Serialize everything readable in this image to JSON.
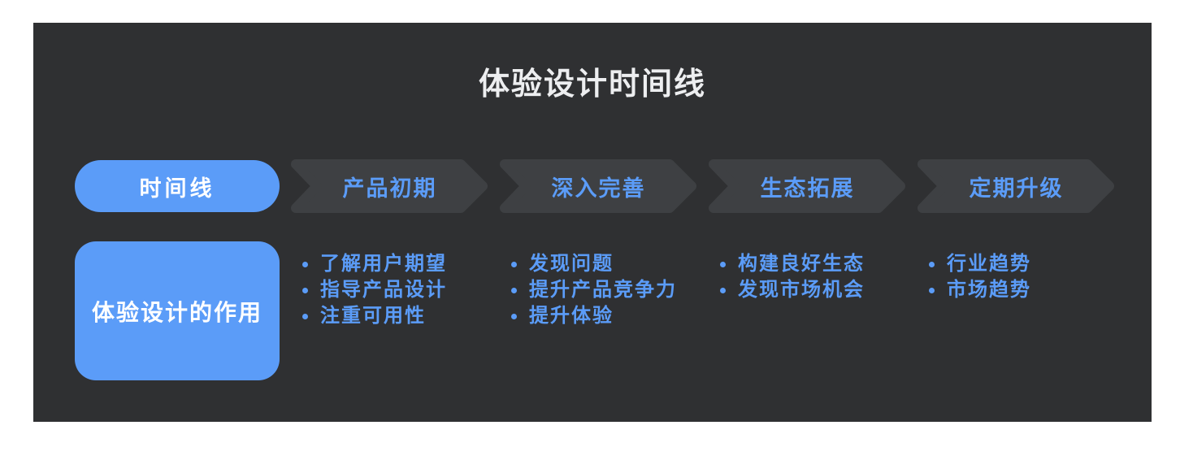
{
  "title": "体验设计时间线",
  "timeline": {
    "label": "时间线"
  },
  "role_box": {
    "label": "体验设计的作用"
  },
  "stages": [
    {
      "label": "产品初期",
      "items": [
        "了解用户期望",
        "指导产品设计",
        "注重可用性"
      ]
    },
    {
      "label": "深入完善",
      "items": [
        "发现问题",
        "提升产品竞争力",
        "提升体验"
      ]
    },
    {
      "label": "生态拓展",
      "items": [
        "构建良好生态",
        "发现市场机会"
      ]
    },
    {
      "label": "定期升级",
      "items": [
        "行业趋势",
        "市场趋势"
      ]
    }
  ],
  "colors": {
    "accent_blue": "#5B9CF8",
    "panel_background": "#2F3032",
    "chevron_fill": "#3E4043",
    "title_text": "#EDEEF0",
    "pill_text": "#FFFFFF"
  }
}
